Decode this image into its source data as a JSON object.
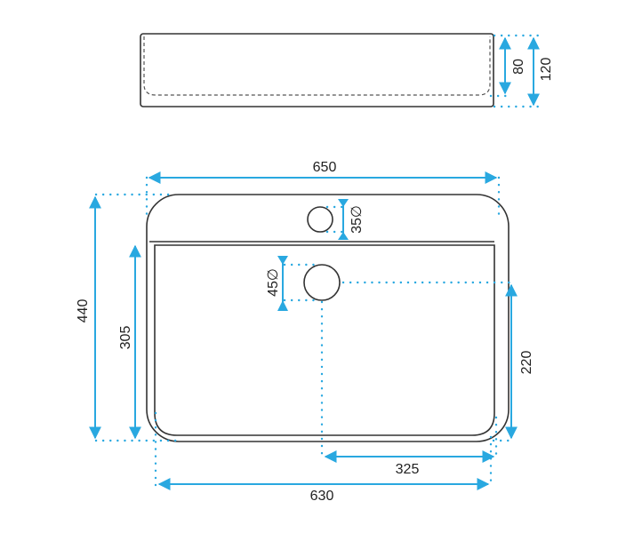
{
  "side_view": {
    "labels": {
      "inner_depth": "80",
      "total_height": "120"
    }
  },
  "top_view": {
    "labels": {
      "width": "650",
      "depth": "440",
      "basin_depth": "305",
      "tap_hole": "35∅",
      "drain": "45∅",
      "drain_offset_back": "220",
      "drain_offset_side": "325",
      "basin_width": "630"
    }
  },
  "colors": {
    "dimension": "#29a8e0",
    "outline": "#333333"
  }
}
